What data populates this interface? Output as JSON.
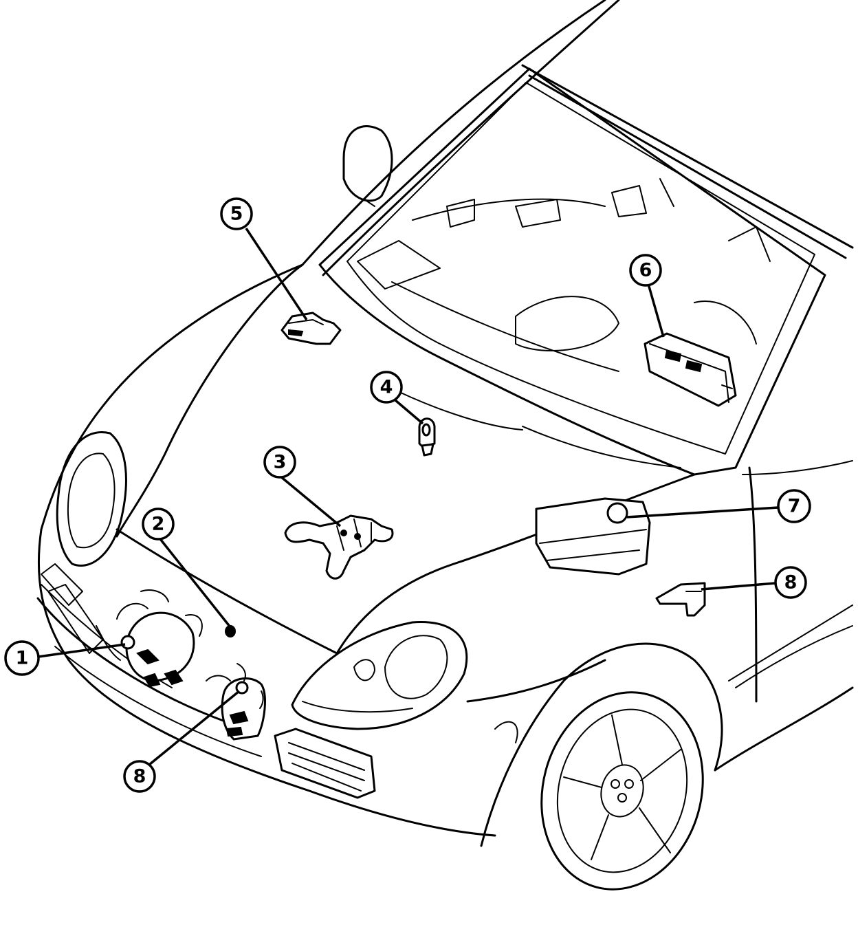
{
  "callouts": {
    "c1": "1",
    "c2": "2",
    "c3": "3",
    "c4": "4",
    "c5": "5",
    "c6": "6",
    "c7": "7",
    "c8_front": "8",
    "c8_fender": "8"
  }
}
